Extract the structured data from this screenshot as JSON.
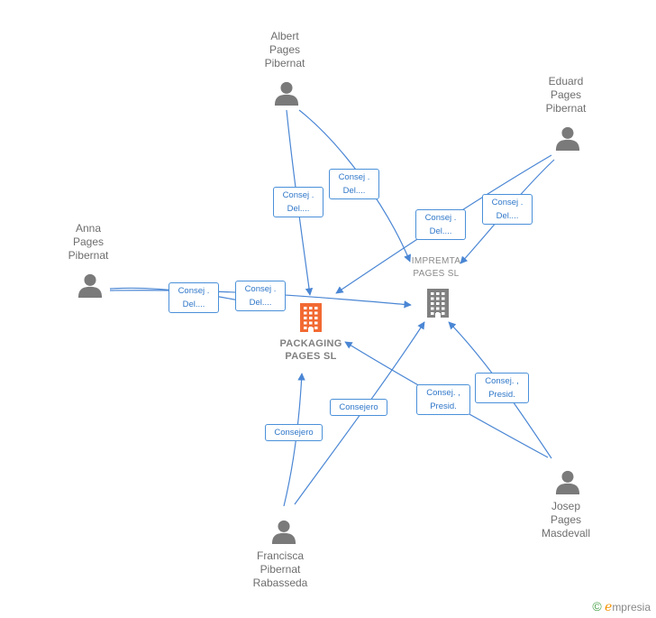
{
  "companies": [
    {
      "id": "packaging",
      "name": "PACKAGING\nPAGES  SL",
      "color": "#f26a33",
      "primary": true
    },
    {
      "id": "impremta",
      "name": "IMPREMTA\nPAGES  SL",
      "color": "#808080",
      "primary": false
    }
  ],
  "people": [
    {
      "id": "albert",
      "name": "Albert\nPages\nPibernat"
    },
    {
      "id": "eduard",
      "name": "Eduard\nPages\nPibernat"
    },
    {
      "id": "anna",
      "name": "Anna\nPages\nPibernat"
    },
    {
      "id": "francisca",
      "name": "Francisca\nPibernat\nRabasseda"
    },
    {
      "id": "josep",
      "name": "Josep\nPages\nMasdevall"
    }
  ],
  "edges": [
    {
      "from": "albert",
      "to": "packaging",
      "label": "Consej .\nDel...."
    },
    {
      "from": "albert",
      "to": "impremta",
      "label": "Consej .\nDel...."
    },
    {
      "from": "eduard",
      "to": "packaging",
      "label": "Consej .\nDel...."
    },
    {
      "from": "eduard",
      "to": "impremta",
      "label": "Consej .\nDel...."
    },
    {
      "from": "anna",
      "to": "packaging",
      "label": "Consej .\nDel...."
    },
    {
      "from": "anna",
      "to": "impremta",
      "label": "Consej .\nDel...."
    },
    {
      "from": "francisca",
      "to": "packaging",
      "label": "Consejero"
    },
    {
      "from": "francisca",
      "to": "impremta",
      "label": "Consejero"
    },
    {
      "from": "josep",
      "to": "packaging",
      "label": "Consej. ,\nPresid."
    },
    {
      "from": "josep",
      "to": "impremta",
      "label": "Consej. ,\nPresid."
    }
  ],
  "colors": {
    "edge": "#4a86d4",
    "person_icon": "#7a7a7a"
  },
  "watermark": {
    "symbol": "©",
    "brand_initial": "e",
    "brand_rest": "mpresia"
  }
}
